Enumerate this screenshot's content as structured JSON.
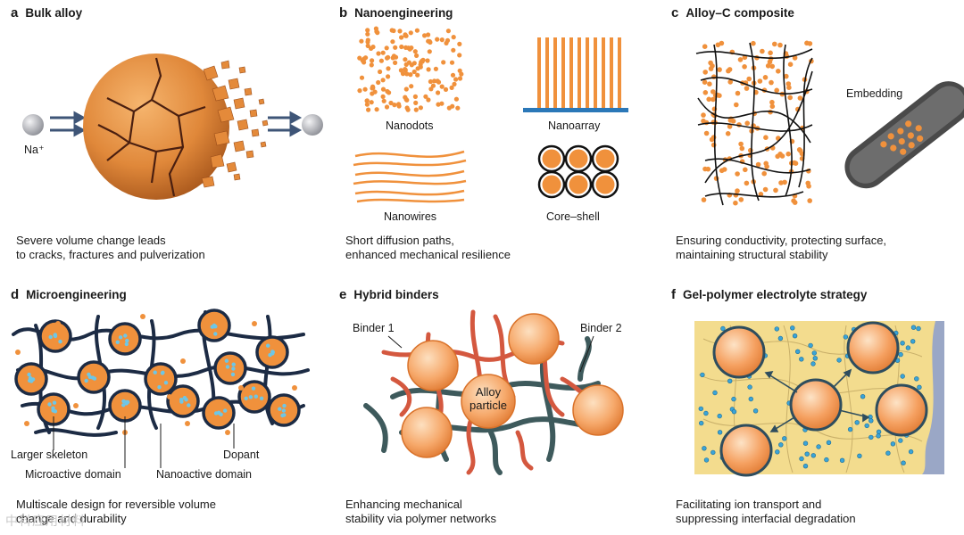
{
  "colors": {
    "orange": "#f0913c",
    "orange_dark": "#d9722a",
    "navy": "#1c2b44",
    "teal_gray": "#3e5a5c",
    "red_binder": "#d4583f",
    "blue_bar": "#2b78b8",
    "ion_blue": "#3aa4d8",
    "gel_yellow": "#f3dc8e"
  },
  "panels": {
    "a": {
      "letter": "a",
      "title": "Bulk alloy",
      "ion_label": "Na⁺",
      "caption": [
        "Severe volume change leads",
        "to cracks, fractures and pulverization"
      ]
    },
    "b": {
      "letter": "b",
      "title": "Nanoengineering",
      "labels": {
        "nanodots": "Nanodots",
        "nanoarray": "Nanoarray",
        "nanowires": "Nanowires",
        "coreshell": "Core–shell"
      },
      "caption": [
        "Short diffusion paths,",
        "enhanced mechanical resilience"
      ]
    },
    "c": {
      "letter": "c",
      "title": "Alloy–C composite",
      "embedding": "Embedding",
      "caption": [
        "Ensuring conductivity, protecting surface,",
        "maintaining structural stability"
      ]
    },
    "d": {
      "letter": "d",
      "title": "Microengineering",
      "labels": {
        "skeleton": "Larger skeleton",
        "microactive": "Microactive domain",
        "nanoactive": "Nanoactive domain",
        "dopant": "Dopant"
      },
      "caption": [
        "Multiscale design for reversible volume",
        "change and durability"
      ]
    },
    "e": {
      "letter": "e",
      "title": "Hybrid binders",
      "labels": {
        "binder1": "Binder 1",
        "binder2": "Binder 2",
        "alloy_line1": "Alloy",
        "alloy_line2": "particle"
      },
      "caption": [
        "Enhancing mechanical",
        "stability via polymer networks"
      ]
    },
    "f": {
      "letter": "f",
      "title": "Gel-polymer electrolyte strategy",
      "caption": [
        "Facilitating ion transport and",
        "suppressing interfacial degradation"
      ]
    }
  },
  "watermark": "中科应用材料"
}
